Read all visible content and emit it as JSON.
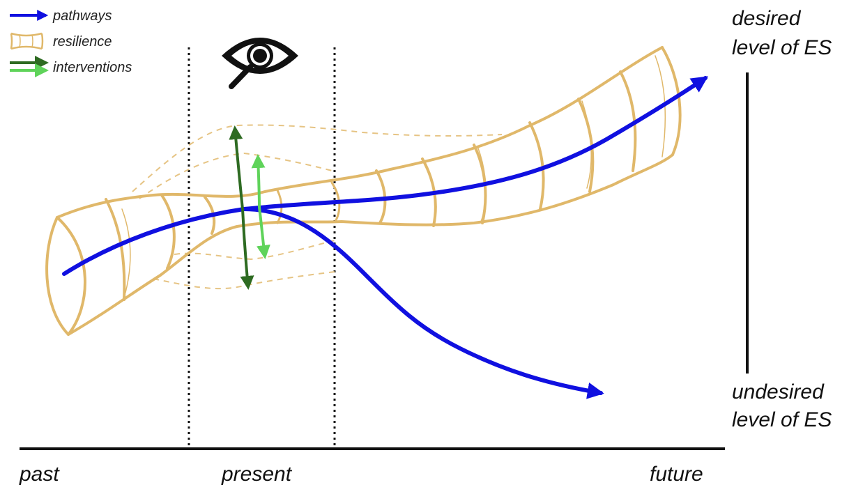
{
  "legend": {
    "pathways": "pathways",
    "resilience": "resilience",
    "interventions": "interventions"
  },
  "axis": {
    "past": "past",
    "present": "present",
    "future": "future",
    "desired_line1": "desired",
    "desired_line2": "level of ES",
    "undesired_line1": "undesired",
    "undesired_line2": "level of ES"
  },
  "icons": {
    "observe": "eye-magnifier-icon"
  },
  "colors": {
    "pathway": "#1010e0",
    "resilience": "#e0b86a",
    "intervention_dark": "#2e6b22",
    "intervention_light": "#5fd35a",
    "axis": "#111111"
  }
}
